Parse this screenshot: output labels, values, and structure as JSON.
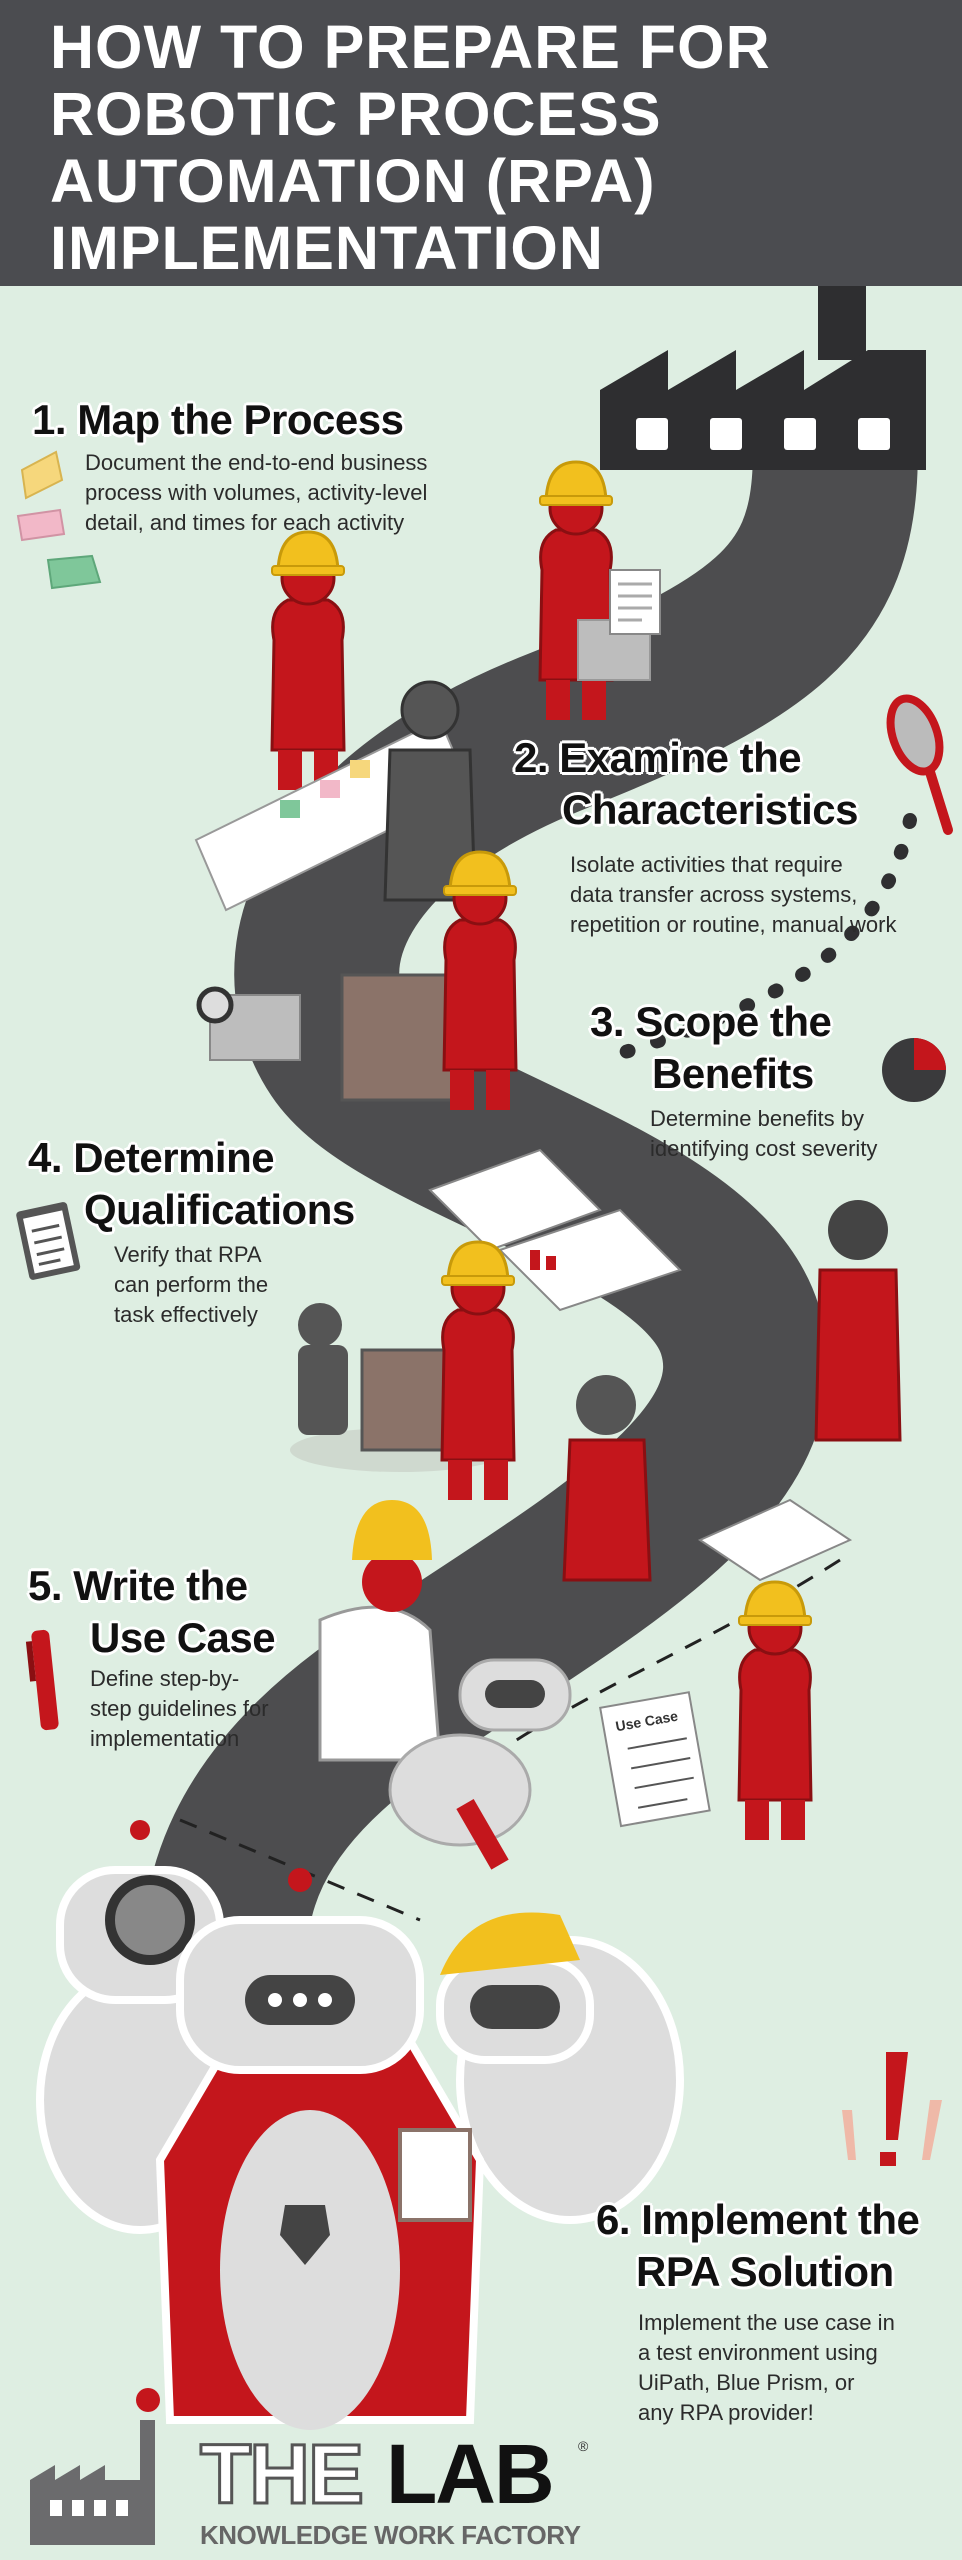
{
  "header": {
    "title_lines": [
      "HOW TO PREPARE FOR",
      "ROBOTIC PROCESS",
      "AUTOMATION (RPA)",
      "IMPLEMENTATION"
    ]
  },
  "steps": [
    {
      "title_lines": [
        "1. Map the Process"
      ],
      "desc_lines": [
        "Document the end-to-end business",
        "process with volumes, activity-level",
        "detail, and times for each activity"
      ]
    },
    {
      "title_lines": [
        "2. Examine the",
        "Characteristics"
      ],
      "desc_lines": [
        "Isolate activities that require",
        "data transfer across systems,",
        "repetition or routine, manual work"
      ]
    },
    {
      "title_lines": [
        "3. Scope the",
        "Benefits"
      ],
      "desc_lines": [
        "Determine benefits by",
        "identifying cost severity"
      ]
    },
    {
      "title_lines": [
        "4. Determine",
        "Qualifications"
      ],
      "desc_lines": [
        "Verify that RPA",
        "can perform the",
        "task effectively"
      ]
    },
    {
      "title_lines": [
        "5. Write the",
        "Use Case"
      ],
      "desc_lines": [
        "Define step-by-",
        "step guidelines for",
        "implementation"
      ]
    },
    {
      "title_lines": [
        "6. Implement the",
        "RPA Solution"
      ],
      "desc_lines": [
        "Implement the use case in",
        "a test environment using",
        "UiPath, Blue Prism, or",
        "any RPA provider!"
      ]
    }
  ],
  "illustration": {
    "document_label": "Use Case"
  },
  "logo": {
    "the": "THE",
    "lab": "LAB",
    "registered": "®",
    "tagline": "KNOWLEDGE WORK FACTORY"
  },
  "colors": {
    "header": "#4b4c50",
    "background": "#deeee2",
    "accent_red": "#c4161c",
    "hat_yellow": "#f2c01e",
    "road": "#4d4d4f"
  }
}
